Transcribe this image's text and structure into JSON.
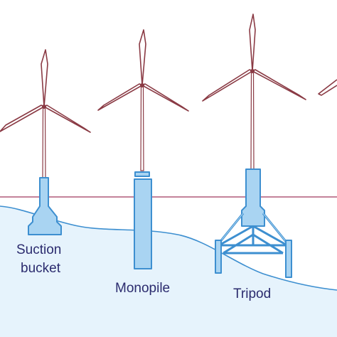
{
  "diagram": {
    "labels": {
      "suction_line1": "Suction",
      "suction_line2": "bucket",
      "monopile": "Monopile",
      "tripod": "Tripod"
    },
    "colors": {
      "water": "#e6f3fc",
      "sea_surface": "#b05a78",
      "seabed": "#3d8fd0",
      "foundation_fill": "#a9d4f2",
      "foundation_edge": "#3d8fd0",
      "turbine": "#8a3a44",
      "label_text": "#2b2b6e"
    }
  }
}
